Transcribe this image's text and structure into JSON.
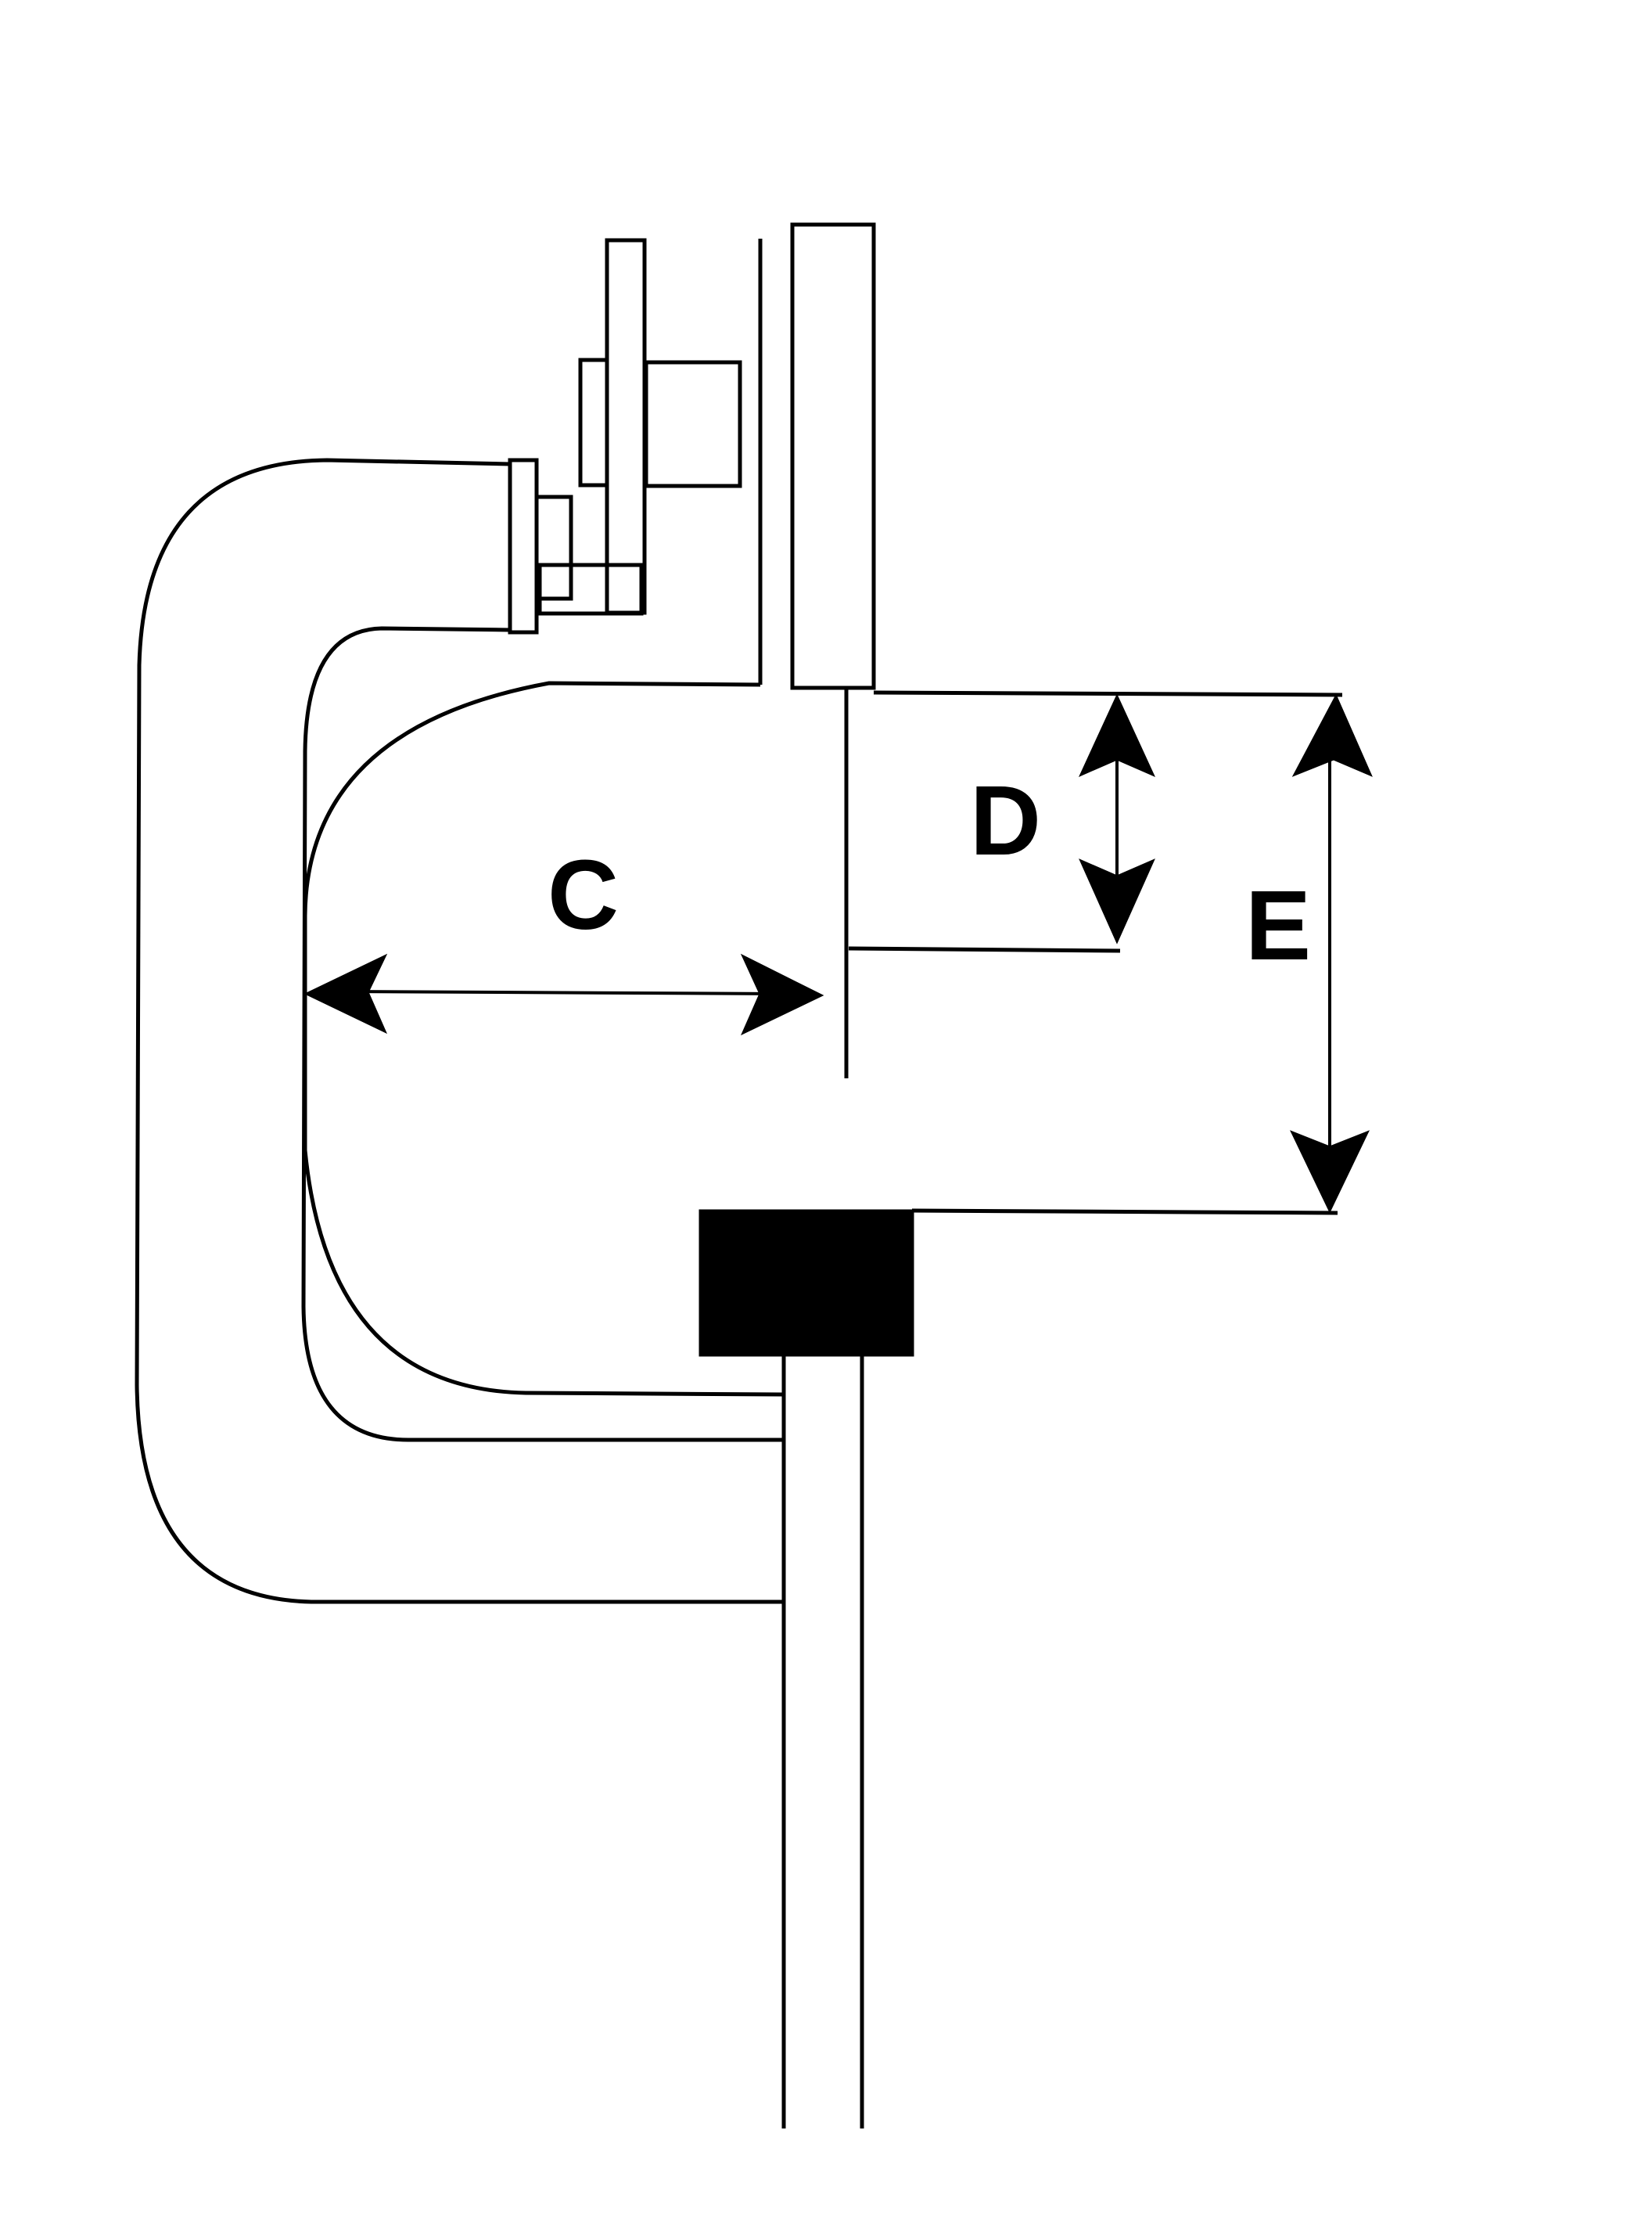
{
  "labels": {
    "c": "C",
    "d": "D",
    "e": "E"
  },
  "colors": {
    "line": "#000000",
    "background": "#ffffff"
  }
}
